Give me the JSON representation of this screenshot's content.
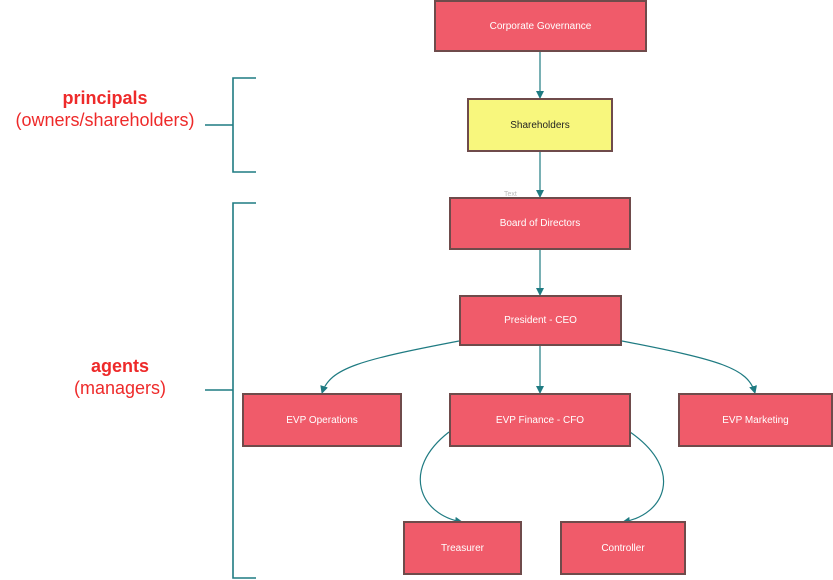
{
  "nodes": {
    "corporate_governance": "Corporate Governance",
    "shareholders": "Shareholders",
    "board_of_directors": "Board of Directors",
    "president_ceo": "President - CEO",
    "evp_operations": "EVP Operations",
    "evp_finance_cfo": "EVP Finance - CFO",
    "evp_marketing": "EVP Marketing",
    "treasurer": "Treasurer",
    "controller": "Controller"
  },
  "groups": {
    "principals": {
      "title": "principals",
      "subtitle": "(owners/shareholders)"
    },
    "agents": {
      "title": "agents",
      "subtitle": "(managers)"
    }
  },
  "stray_text": "Text",
  "colors": {
    "node_fill": "#f05b6a",
    "highlight_fill": "#f8f77d",
    "node_border": "#6f4b4b",
    "connector": "#1f7b82",
    "label_text": "#ee2a2a"
  }
}
